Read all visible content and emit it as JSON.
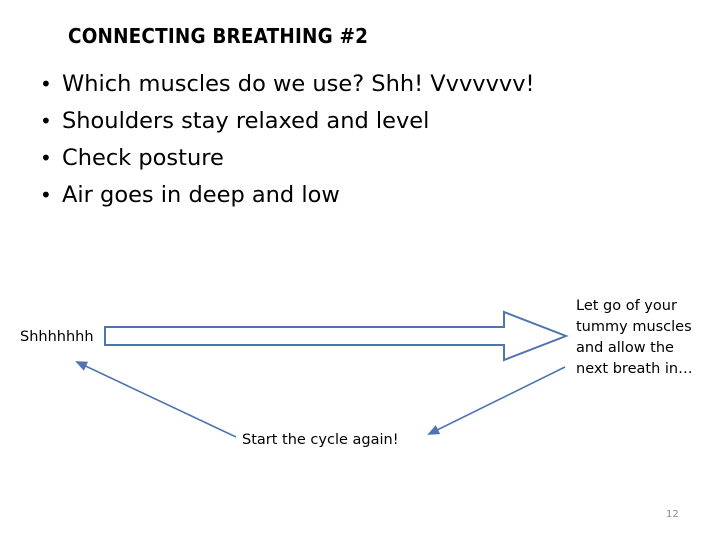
{
  "slide": {
    "title": "CONNECTING BREATHING #2",
    "bullet_glyph": "•",
    "bullets": [
      "Which muscles do we use? Shh! Vvvvvvv!",
      "Shoulders stay relaxed and level",
      "Check posture",
      "Air goes in deep and low"
    ],
    "diagram": {
      "left_label": "Shhhhhhh",
      "right_label_lines": [
        "Let go of your",
        "tummy muscles",
        "and allow the",
        "next breath in…"
      ],
      "bottom_label": "Start the cycle again!"
    },
    "page_number": "12"
  },
  "colors": {
    "arrow_stroke": "#4f74b0",
    "arrow_fill": "#ffffff",
    "text": "#000000",
    "page_number": "#8a8a8a"
  },
  "icons": [
    "block-arrow-right-icon",
    "arrow-down-left-icon",
    "arrow-up-left-icon"
  ]
}
